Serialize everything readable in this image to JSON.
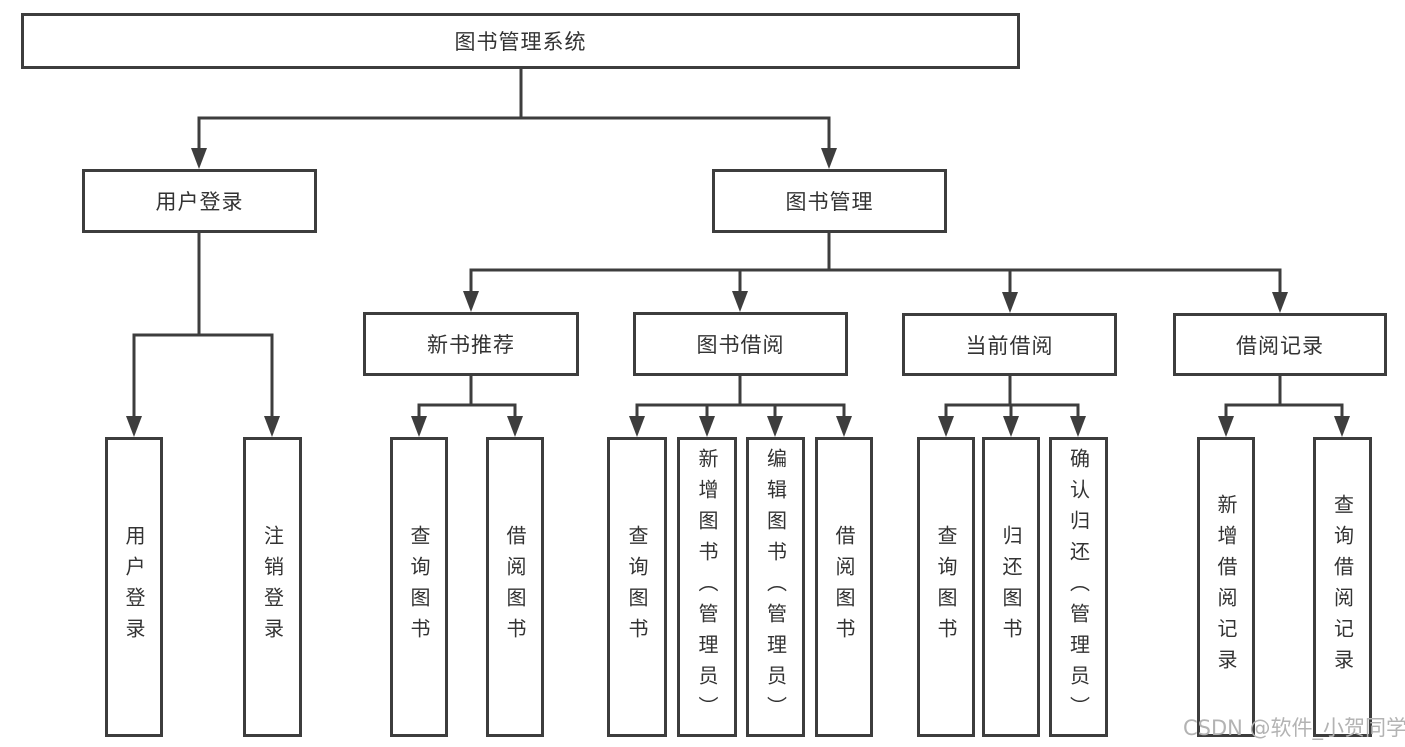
{
  "diagram": {
    "title": "图书管理系统",
    "branches": [
      {
        "label": "用户登录",
        "children": [
          "用户登录",
          "注销登录"
        ]
      },
      {
        "label": "图书管理",
        "sub_modules": [
          {
            "label": "新书推荐",
            "children": [
              "查询图书",
              "借阅图书"
            ]
          },
          {
            "label": "图书借阅",
            "children": [
              "查询图书",
              "新增图书（管理员）",
              "编辑图书（管理员）",
              "借阅图书"
            ]
          },
          {
            "label": "当前借阅",
            "children": [
              "查询图书",
              "归还图书",
              "确认归还（管理员）"
            ]
          },
          {
            "label": "借阅记录",
            "children": [
              "新增借阅记录",
              "查询借阅记录"
            ]
          }
        ]
      }
    ]
  },
  "watermark": {
    "text": "CSDN @软件_小贺同学"
  },
  "colors": {
    "line": "#3d3d3d",
    "box_border": "#3d3d3d",
    "text": "#333333",
    "watermark_text": "#b3b3b3",
    "background": "#ffffff"
  }
}
